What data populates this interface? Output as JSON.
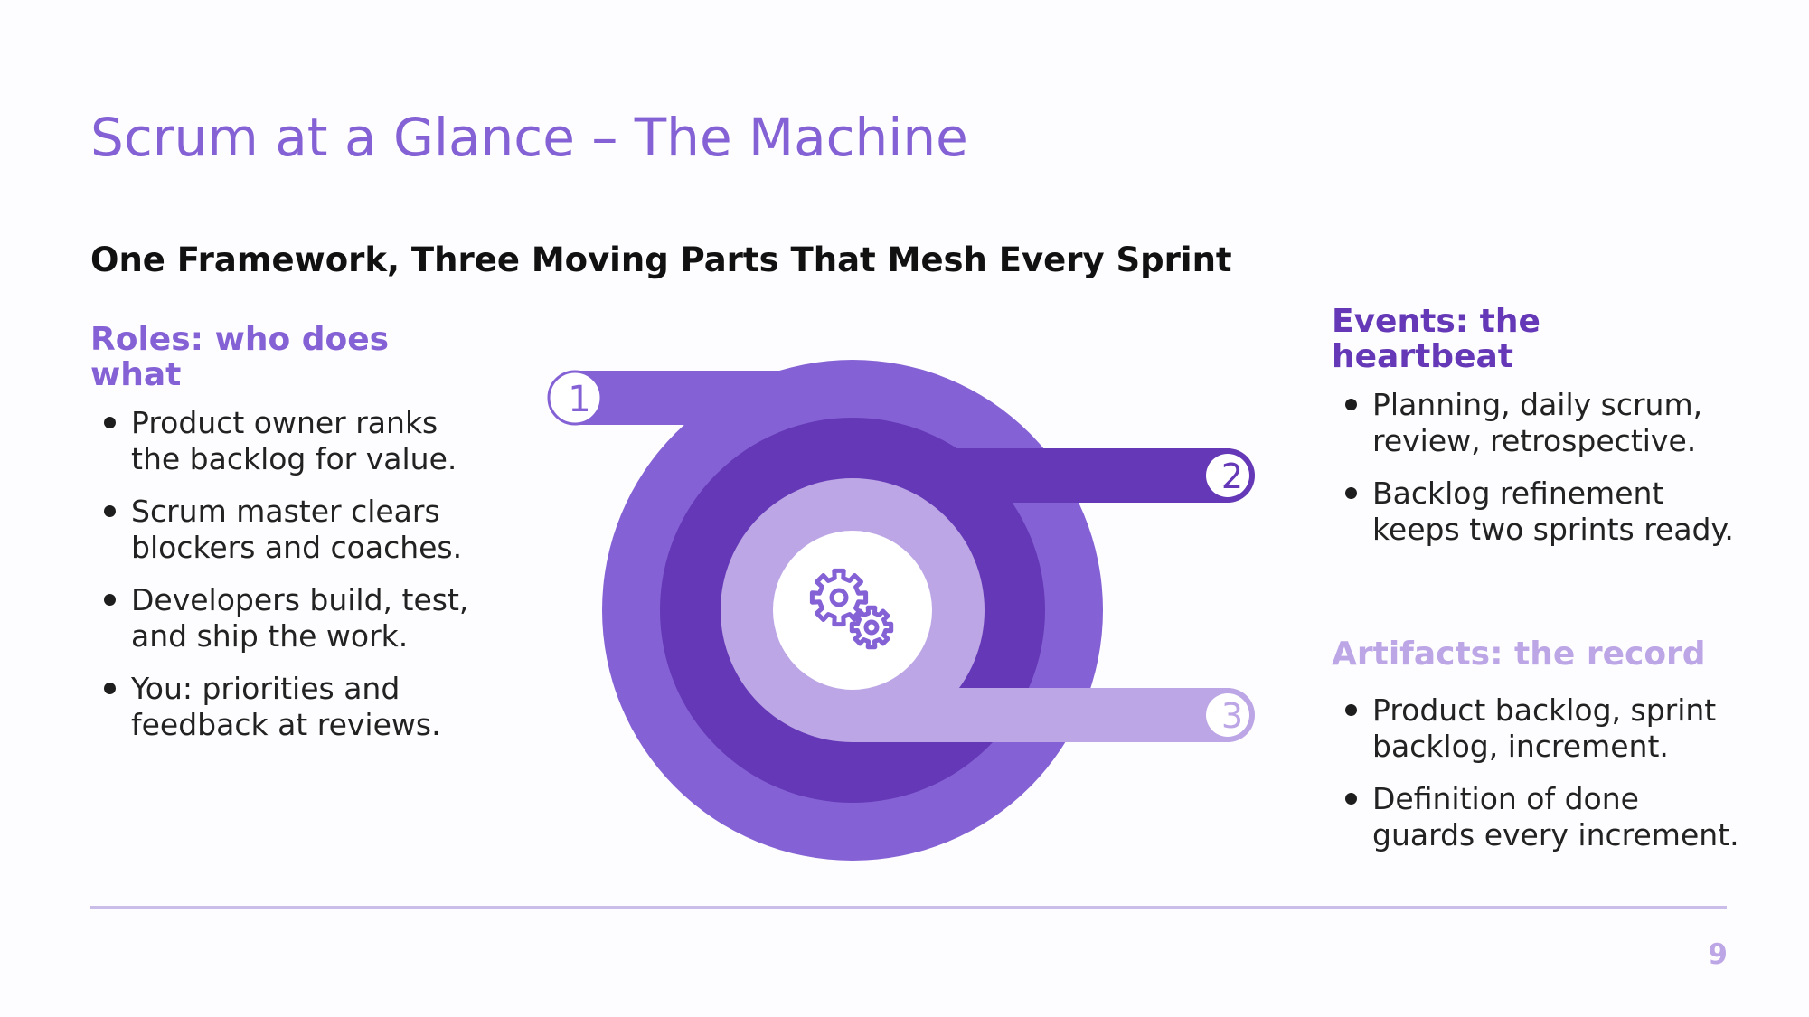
{
  "slide": {
    "title": "Scrum at a Glance – The Machine",
    "subtitle": "One Framework, Three Moving Parts That Mesh Every Sprint",
    "page_number": "9"
  },
  "roles": {
    "heading": "Roles: who does what",
    "items": [
      "Product owner ranks the backlog for value.",
      "Scrum master clears blockers and coaches.",
      "Developers build, test, and ship the work.",
      "You: priorities and feedback at reviews."
    ]
  },
  "events": {
    "heading": "Events: the heartbeat",
    "items": [
      "Planning, daily scrum, review, retrospective.",
      "Backlog refinement keeps two sprints ready."
    ]
  },
  "artifacts": {
    "heading": "Artifacts: the record",
    "items": [
      "Product backlog, sprint backlog, increment.",
      "Definition of done guards every increment."
    ]
  },
  "diagram": {
    "labels": [
      "1",
      "2",
      "3"
    ],
    "center_icon": "gears-icon",
    "colors": {
      "ring_1": "#8461d4",
      "ring_2": "#6438b6",
      "ring_3": "#bca6e6",
      "center": "#ffffff"
    }
  }
}
